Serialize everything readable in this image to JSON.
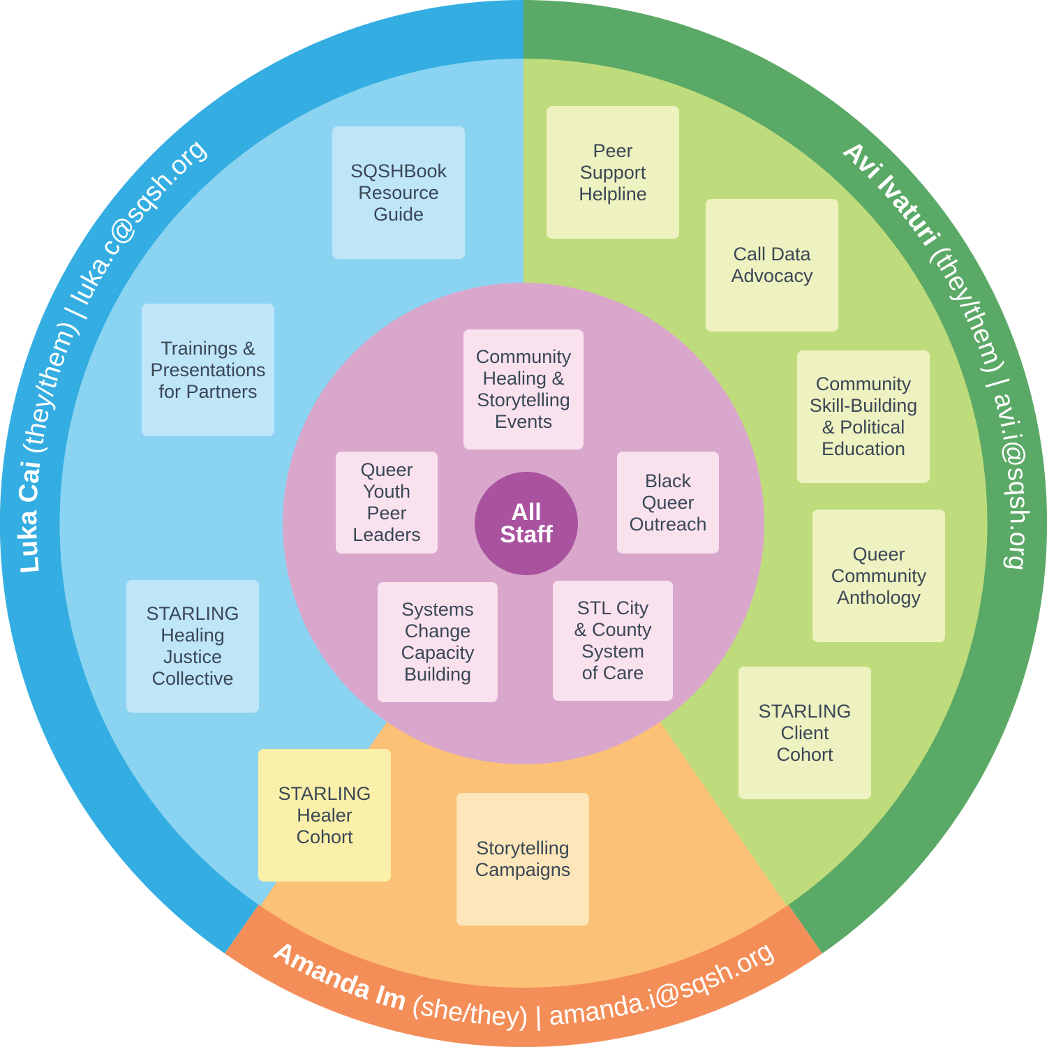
{
  "colors": {
    "blue_ring": "#34aee2",
    "blue_fill": "#8bd4f1",
    "green_ring": "#5ba966",
    "green_fill": "#bfdc7c",
    "orange_ring": "#f48e58",
    "orange_fill": "#fbc176",
    "center_fill": "#d9a6cc",
    "center_dot": "#a9539f"
  },
  "center": {
    "label": "All\nStaff"
  },
  "ring_labels": {
    "luka": {
      "name": "Luka Cai",
      "pronouns": " (they/them)",
      "sep": "  |  ",
      "email": "luka.c@sqsh.org"
    },
    "avi": {
      "name": "Avi Ivaturi",
      "pronouns": " (they/them)",
      "sep": "  |  ",
      "email": "avi.i@sqsh.org"
    },
    "amanda": {
      "name": "Amanda Im",
      "pronouns": " (she/they)",
      "sep": "  |  ",
      "email": "amanda.i@sqsh.org"
    }
  },
  "luka_boxes": [
    "SQSHBook\nResource\nGuide",
    "Trainings &\nPresentations\nfor Partners",
    "STARLING\nHealing\nJustice\nCollective",
    "STARLING\nHealer\nCohort"
  ],
  "avi_boxes": [
    "Peer\nSupport\nHelpline",
    "Call Data\nAdvocacy",
    "Community\nSkill-Building\n& Political\nEducation",
    "Queer\nCommunity\nAnthology",
    "STARLING\nClient\nCohort"
  ],
  "amanda_boxes": [
    "Storytelling\nCampaigns"
  ],
  "all_staff_boxes": [
    "Community\nHealing &\nStorytelling\nEvents",
    "Queer\nYouth\nPeer\nLeaders",
    "Black\nQueer\nOutreach",
    "Systems\nChange\nCapacity\nBuilding",
    "STL City\n& County\nSystem\nof Care"
  ]
}
